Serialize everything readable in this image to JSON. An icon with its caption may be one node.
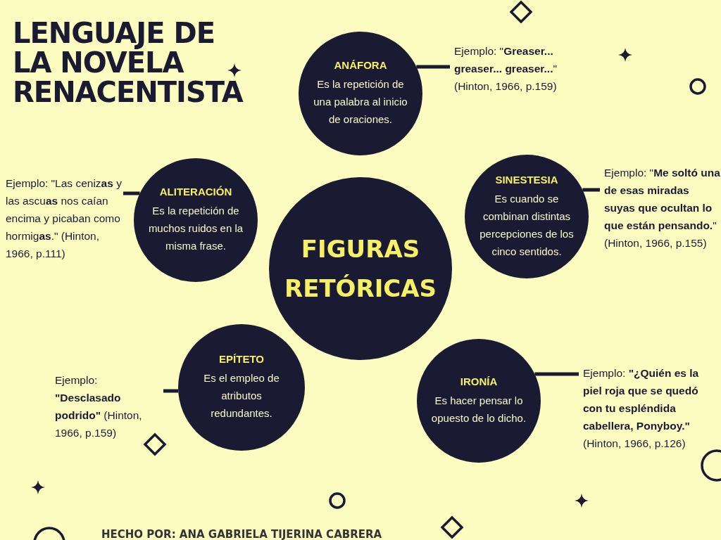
{
  "diagram": {
    "title": "LENGUAJE DE LA NOVELA RENACENTISTA",
    "nodes": [
      {
        "text": [
          "FIGURAS RETÓRICAS"
        ]
      },
      {
        "text": [
          "ANÁFORA",
          "Es la repetición de una palabra al inicio de oraciones."
        ]
      },
      {
        "text": [
          "Ejemplo: \"**Greaser... greaser... greaser...**\" (Hinton, 1966, p.159)"
        ]
      },
      {
        "text": [
          "ALITERACIÓN",
          "Es la repetición de muchos ruidos en la misma frase."
        ]
      },
      {
        "text": [
          "Ejemplo: \"Las ceniz**as** y las ascu**as** nos caían encima y picaban como hormig**as**.\" (Hinton, 1966, p.111)"
        ]
      },
      {
        "text": [
          "SINESTESIA",
          "Es cuando se combinan distintas percepciones de los cinco sentidos."
        ]
      },
      {
        "text": [
          "Ejemplo: \"**Me soltó una de esas miradas suyas que ocultan lo que están pensando.**\" (Hinton, 1966, p.155)"
        ]
      },
      {
        "text": [
          "EPÍTETO",
          "Es el empleo de atributos redundantes."
        ]
      },
      {
        "text": [
          "Ejemplo: **\"Desclasado podrido\"** (Hinton, 1966, p.159)"
        ]
      },
      {
        "text": [
          "IRONÍA",
          "Es hacer pensar lo opuesto de lo dicho."
        ]
      },
      {
        "text": [
          "Ejemplo: **\"¿Quién es la piel roja que se quedó con tu espléndida cabellera, Ponyboy.\"** (Hinton, 1966, p.126)"
        ]
      }
    ],
    "edges": [
      {
        "from": 1,
        "to": 2,
        "arrow": "none"
      },
      {
        "from": 3,
        "to": 4,
        "arrow": "none"
      },
      {
        "from": 5,
        "to": 6,
        "arrow": "none"
      },
      {
        "from": 7,
        "to": 8,
        "arrow": "none"
      },
      {
        "from": 9,
        "to": 10,
        "arrow": "none"
      }
    ],
    "labels": [
      "HECHO POR: ANA GABRIELA TIJERINA CABRERA"
    ]
  }
}
